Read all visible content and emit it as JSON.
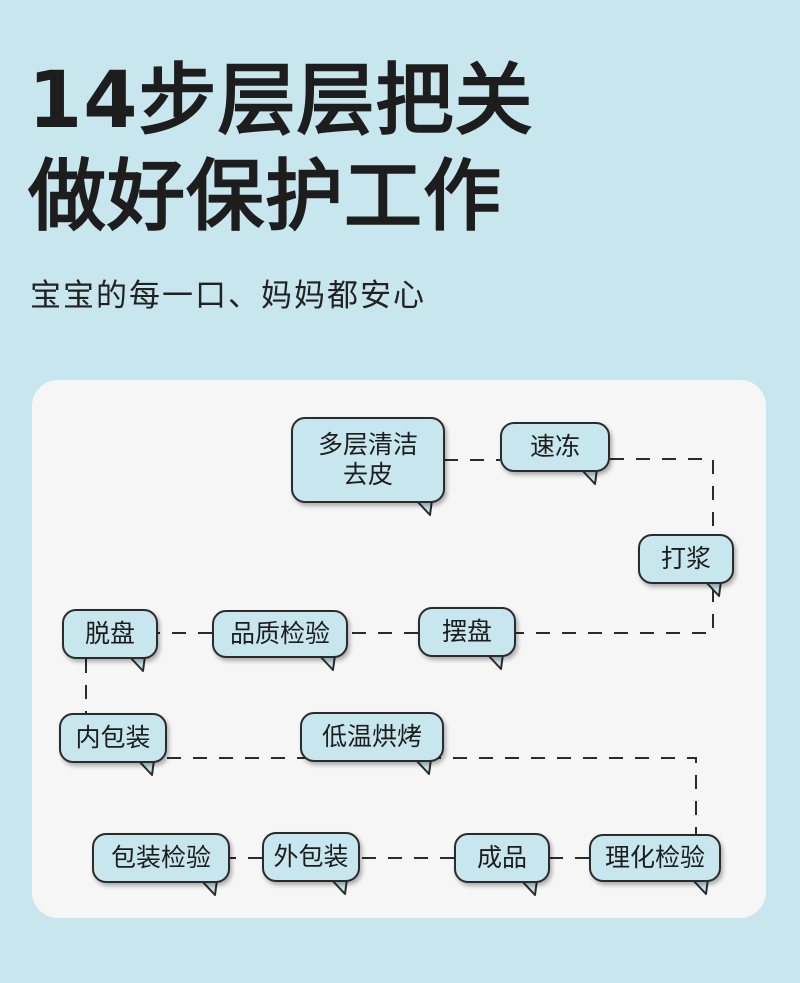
{
  "header": {
    "title_line1": "14步层层把关",
    "title_line2": "做好保护工作",
    "subtitle": "宝宝的每一口、妈妈都安心"
  },
  "flow": {
    "steps": [
      {
        "label": "多层清洁去皮"
      },
      {
        "label": "速冻"
      },
      {
        "label": "打浆"
      },
      {
        "label": "摆盘"
      },
      {
        "label": "品质检验"
      },
      {
        "label": "脱盘"
      },
      {
        "label": "内包装"
      },
      {
        "label": "低温烘烤"
      },
      {
        "label": "理化检验"
      },
      {
        "label": "成品"
      },
      {
        "label": "外包装"
      },
      {
        "label": "包装检验"
      }
    ],
    "bubble_fill": "#c8e6ee",
    "connector_style": "dashed"
  },
  "colors": {
    "background": "#c8e6ee",
    "panel": "#f6f6f6",
    "text": "#1d1d1d",
    "border": "#2b2b2b"
  }
}
